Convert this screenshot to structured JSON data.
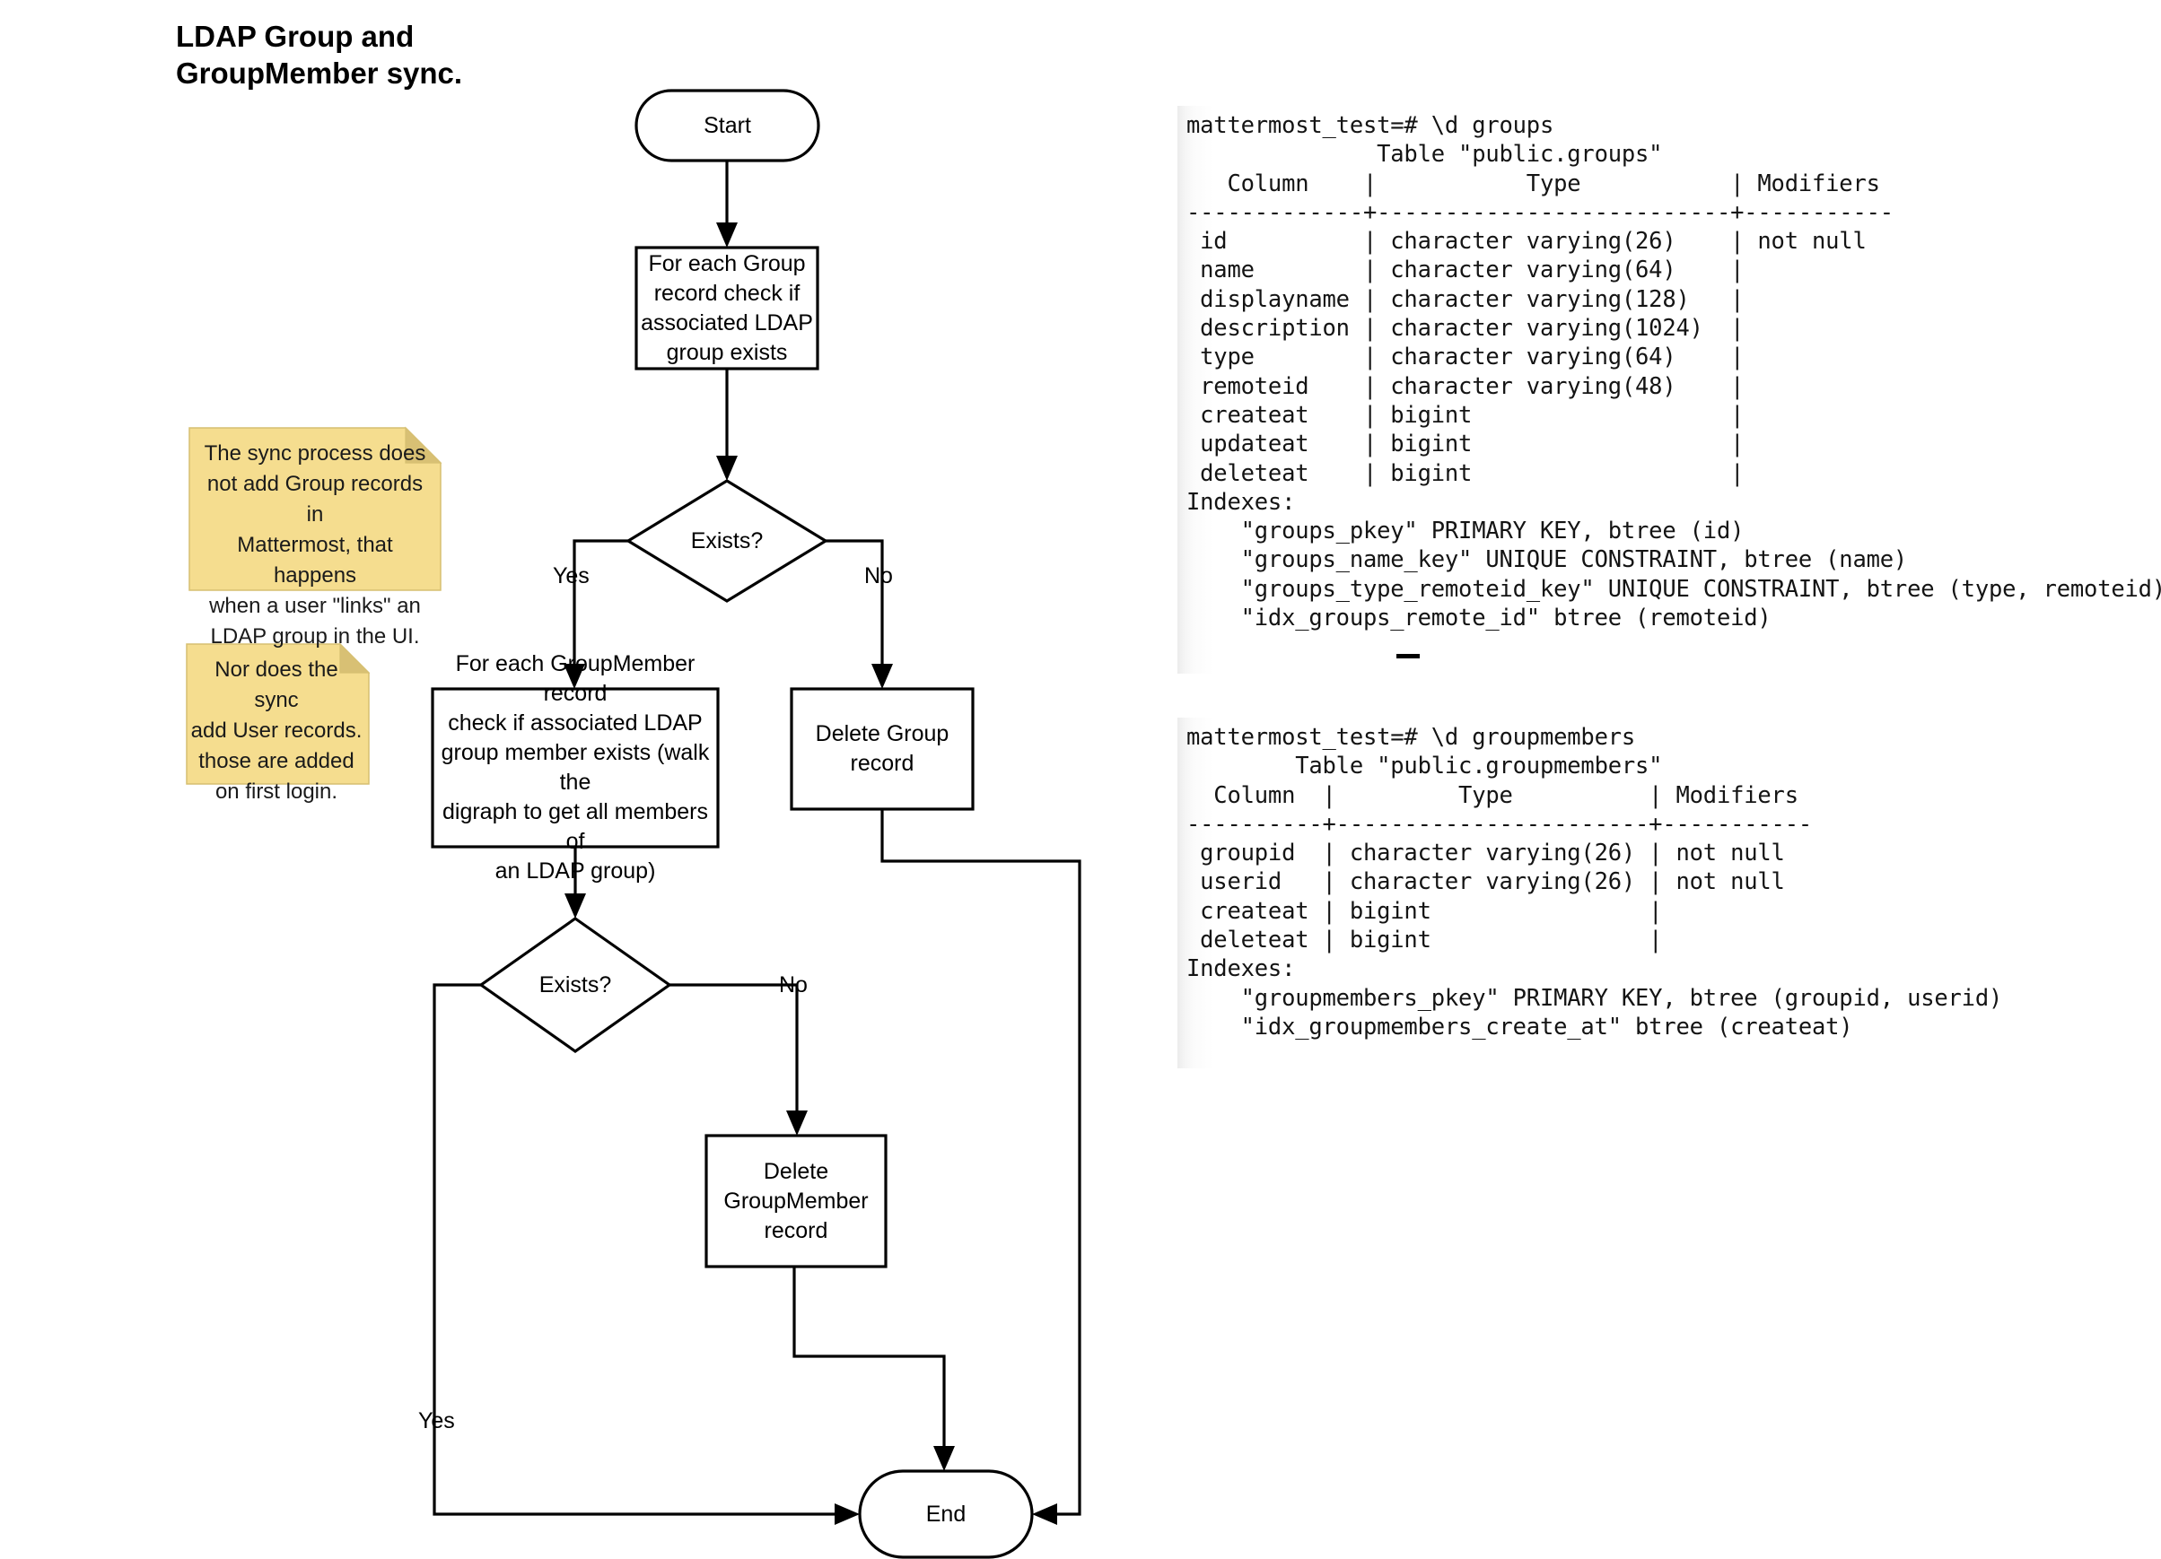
{
  "title": "LDAP Group and\nGroupMember sync.",
  "flowchart": {
    "nodes": {
      "start": "Start",
      "check_group": "For each Group\nrecord check if\nassociated LDAP\ngroup exists",
      "exists_group": "Exists?",
      "check_groupmember": "For each GroupMember record\ncheck if associated LDAP\ngroup member exists (walk the\ndigraph to get all members of\nan LDAP group)",
      "delete_group": "Delete Group\nrecord",
      "exists_groupmember": "Exists?",
      "delete_groupmember": "Delete\nGroupMember\nrecord",
      "end": "End"
    },
    "edges": {
      "group_yes": "Yes",
      "group_no": "No",
      "member_no": "No",
      "member_yes": "Yes"
    },
    "notes": [
      "The sync process does\nnot add Group records in\nMattermost, that happens\nwhen a user \"links\" an\nLDAP group in the UI.",
      "Nor does the sync\nadd User records.\nthose are added\non first login."
    ]
  },
  "terminals": {
    "groups": "mattermost_test=# \\d groups\n              Table \"public.groups\"\n   Column    |           Type           | Modifiers\n-------------+--------------------------+-----------\n id          | character varying(26)    | not null\n name        | character varying(64)    |\n displayname | character varying(128)   |\n description | character varying(1024)  |\n type        | character varying(64)    |\n remoteid    | character varying(48)    |\n createat    | bigint                   |\n updateat    | bigint                   |\n deleteat    | bigint                   |\nIndexes:\n    \"groups_pkey\" PRIMARY KEY, btree (id)\n    \"groups_name_key\" UNIQUE CONSTRAINT, btree (name)\n    \"groups_type_remoteid_key\" UNIQUE CONSTRAINT, btree (type, remoteid)\n    \"idx_groups_remote_id\" btree (remoteid)",
    "groupmembers": "mattermost_test=# \\d groupmembers\n        Table \"public.groupmembers\"\n  Column  |         Type          | Modifiers\n----------+-----------------------+-----------\n groupid  | character varying(26) | not null\n userid   | character varying(26) | not null\n createat | bigint                |\n deleteat | bigint                |\nIndexes:\n    \"groupmembers_pkey\" PRIMARY KEY, btree (groupid, userid)\n    \"idx_groupmembers_create_at\" btree (createat)"
  },
  "colors": {
    "note_fill": "#f5dd8f",
    "note_fold": "#d8c074",
    "stroke": "#000000",
    "node_fill": "#ffffff"
  }
}
